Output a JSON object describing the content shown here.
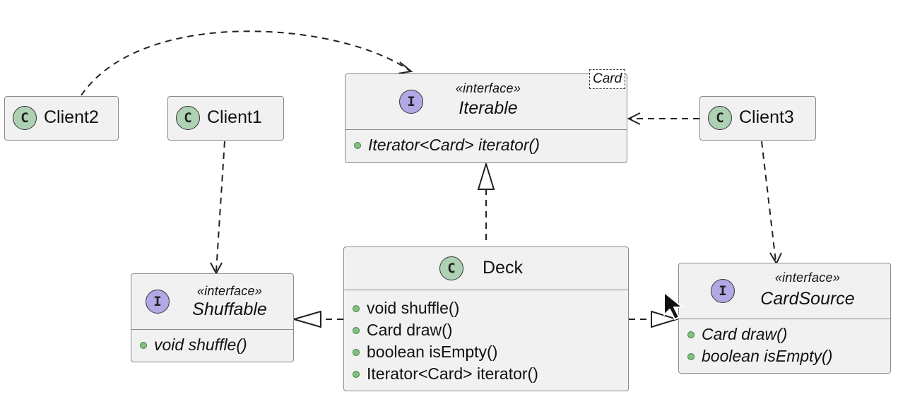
{
  "classes": {
    "client2": {
      "name": "Client2",
      "badge": "C"
    },
    "client1": {
      "name": "Client1",
      "badge": "C"
    },
    "client3": {
      "name": "Client3",
      "badge": "C"
    },
    "deck": {
      "name": "Deck",
      "badge": "C",
      "members": [
        "void shuffle()",
        "Card draw()",
        "boolean isEmpty()",
        "Iterator<Card> iterator()"
      ]
    }
  },
  "interfaces": {
    "iterable": {
      "stereotype": "«interface»",
      "name": "Iterable",
      "badge": "I",
      "type_param": "Card",
      "members": [
        "Iterator<Card> iterator()"
      ]
    },
    "shuffable": {
      "stereotype": "«interface»",
      "name": "Shuffable",
      "badge": "I",
      "members": [
        "void shuffle()"
      ]
    },
    "cardsource": {
      "stereotype": "«interface»",
      "name": "CardSource",
      "badge": "I",
      "members": [
        "Card draw()",
        "boolean isEmpty()"
      ]
    }
  },
  "colors": {
    "class_badge": "#add1b2",
    "interface_badge": "#b4a7e5",
    "box_fill": "#f1f1f1",
    "box_border": "#8a8a8a",
    "member_dot": "#84be84"
  },
  "relations": [
    {
      "from": "Client2",
      "to": "Iterable",
      "kind": "dependency"
    },
    {
      "from": "Client1",
      "to": "Shuffable",
      "kind": "dependency"
    },
    {
      "from": "Client3",
      "to": "Iterable",
      "kind": "dependency"
    },
    {
      "from": "Client3",
      "to": "CardSource",
      "kind": "dependency"
    },
    {
      "from": "Deck",
      "to": "Iterable",
      "kind": "realization"
    },
    {
      "from": "Deck",
      "to": "Shuffable",
      "kind": "realization"
    },
    {
      "from": "Deck",
      "to": "CardSource",
      "kind": "realization"
    }
  ]
}
